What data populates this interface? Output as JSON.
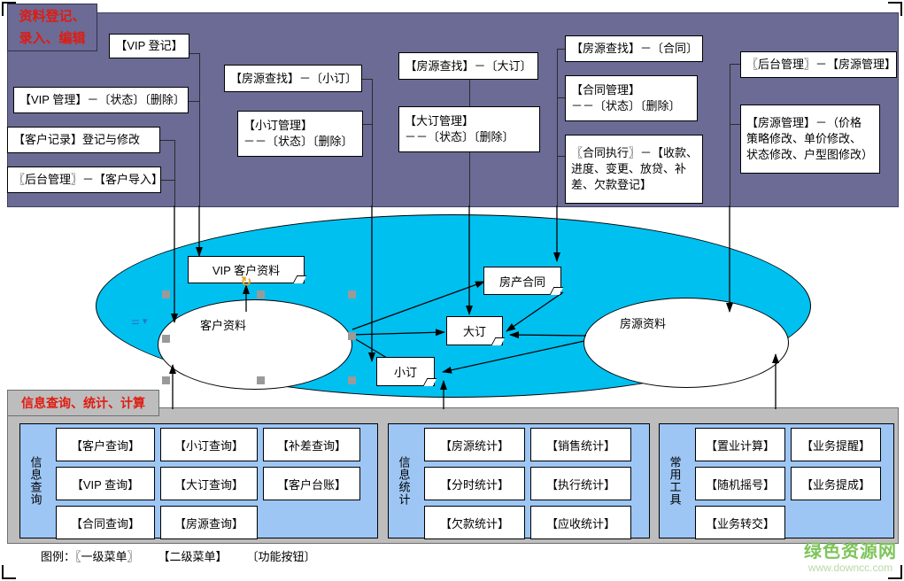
{
  "sections": {
    "top_title": [
      "资料登记、",
      "录入、编辑"
    ],
    "bottom_title": "信息查询、统计、计算"
  },
  "top_boxes": [
    {
      "id": "vip-register",
      "lines": [
        "【VIP 登记】"
      ]
    },
    {
      "id": "vip-manage",
      "lines": [
        "【VIP 管理】－〔状态〕〔删除〕"
      ]
    },
    {
      "id": "customer-record",
      "lines": [
        "【客户记录】登记与修改"
      ]
    },
    {
      "id": "backend-import",
      "lines": [
        "〖后台管理〗－【客户导入】"
      ]
    },
    {
      "id": "house-find-small",
      "lines": [
        "【房源查找】－〔小订〕"
      ]
    },
    {
      "id": "small-order-manage",
      "lines": [
        "【小订管理】",
        "－－〔状态〕〔删除〕"
      ]
    },
    {
      "id": "house-find-big",
      "lines": [
        "【房源查找】－〔大订〕"
      ]
    },
    {
      "id": "big-order-manage",
      "lines": [
        "【大订管理】",
        "－－〔状态〕〔删除〕"
      ]
    },
    {
      "id": "house-find-contract",
      "lines": [
        "【房源查找】－〔合同〕"
      ]
    },
    {
      "id": "contract-manage",
      "lines": [
        "【合同管理】",
        "－－〔状态〕〔删除〕"
      ]
    },
    {
      "id": "contract-exec",
      "lines": [
        "〖合同执行〗－【收款、",
        "进度、变更、放贷、补",
        "差、欠款登记】"
      ]
    },
    {
      "id": "backend-house",
      "lines": [
        "〖后台管理〗－【房源管理】"
      ]
    },
    {
      "id": "house-manage",
      "lines": [
        "【房源管理】－（价格",
        "策略修改、单价修改、",
        "状态修改、户型图修改）"
      ]
    }
  ],
  "ellipse": {
    "nodes": [
      {
        "id": "customer-data",
        "label": "客户资料"
      },
      {
        "id": "house-data",
        "label": "房源资料"
      }
    ],
    "notes": [
      {
        "id": "vip-customer-data",
        "label": "VIP 客户资料"
      },
      {
        "id": "property-contract",
        "label": "房产合同"
      },
      {
        "id": "big-order",
        "label": "大订"
      },
      {
        "id": "small-order",
        "label": "小订"
      }
    ]
  },
  "bottom_groups": [
    {
      "id": "info-query",
      "label": "信息查询",
      "items": [
        "【客户查询】",
        "【小订查询】",
        "【补差查询】",
        "【VIP 查询】",
        "【大订查询】",
        "【客户台账】",
        "【合同查询】",
        "【房源查询】",
        ""
      ]
    },
    {
      "id": "info-stats",
      "label": "信息统计",
      "items": [
        "【房源统计】",
        "【销售统计】",
        "【分时统计】",
        "【执行统计】",
        "【欠款统计】",
        "【应收统计】"
      ]
    },
    {
      "id": "common-tools",
      "label": "常用工具",
      "items": [
        "【置业计算】",
        "【业务提醒】",
        "【随机摇号】",
        "【业务提成】",
        "【业务转交】",
        ""
      ]
    }
  ],
  "legend": {
    "prefix": "图例：",
    "level1": "〖一级菜单〗",
    "level2": "【二级菜单】",
    "button": "〔功能按钮〕"
  },
  "watermark": {
    "main": "绿色资源网",
    "sub": "www.downcc.com"
  },
  "colors": {
    "purple_panel": "#6b6b96",
    "gray_panel": "#bdbdbd",
    "ellipse_fill": "#00c0f0",
    "group_fill": "#9dc6f5",
    "title_text": "#e01b10",
    "watermark": "#7dc45a"
  }
}
